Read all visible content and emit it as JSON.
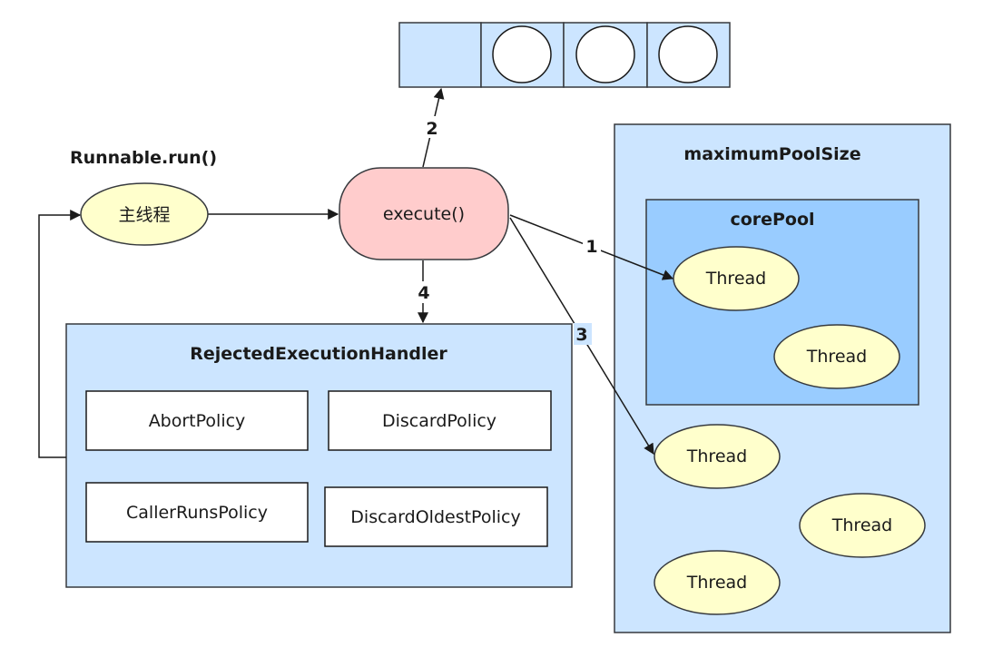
{
  "diagram": {
    "runnable_label": "Runnable.run()",
    "main_thread_label": "主线程",
    "execute_label": "execute()",
    "edge_labels": {
      "to_thread_pool": "1",
      "to_queue": "2",
      "to_extra_thread": "3",
      "to_reject_handler": "4"
    },
    "rejected_handler": {
      "title": "RejectedExecutionHandler",
      "policies": {
        "abort": "AbortPolicy",
        "discard": "DiscardPolicy",
        "caller_runs": "CallerRunsPolicy",
        "discard_oldest": "DiscardOldestPolicy"
      }
    },
    "max_pool": {
      "title": "maximumPoolSize",
      "core_pool_title": "corePool",
      "core_threads": [
        "Thread",
        "Thread"
      ],
      "extra_threads": [
        "Thread",
        "Thread",
        "Thread"
      ]
    },
    "colors": {
      "light_blue": "#cce5ff",
      "core_blue": "#99ccff",
      "ellipse_yellow": "#ffffcc",
      "execute_pink": "#ffcccc",
      "stroke": "#36393d"
    }
  }
}
